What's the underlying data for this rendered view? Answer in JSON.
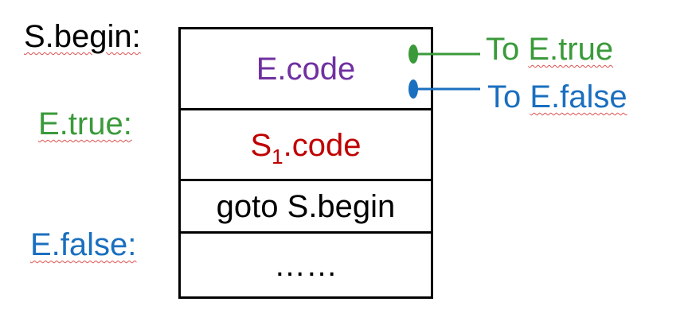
{
  "labels": {
    "begin": "S.begin:",
    "true": "E.true:",
    "false": "E.false:"
  },
  "blocks": [
    {
      "text": "E.code"
    },
    {
      "text_main": "S",
      "text_sub": "1",
      "text_tail": ".code"
    },
    {
      "text": "goto S.begin"
    },
    {
      "text": "……"
    }
  ],
  "targets": {
    "to_prefix": "To ",
    "true_target": "E.true",
    "false_target": "E.false"
  },
  "colors": {
    "ecode": "#7030a0",
    "s1code": "#c00000",
    "true": "#3a9a3a",
    "false": "#1a6fbf"
  }
}
